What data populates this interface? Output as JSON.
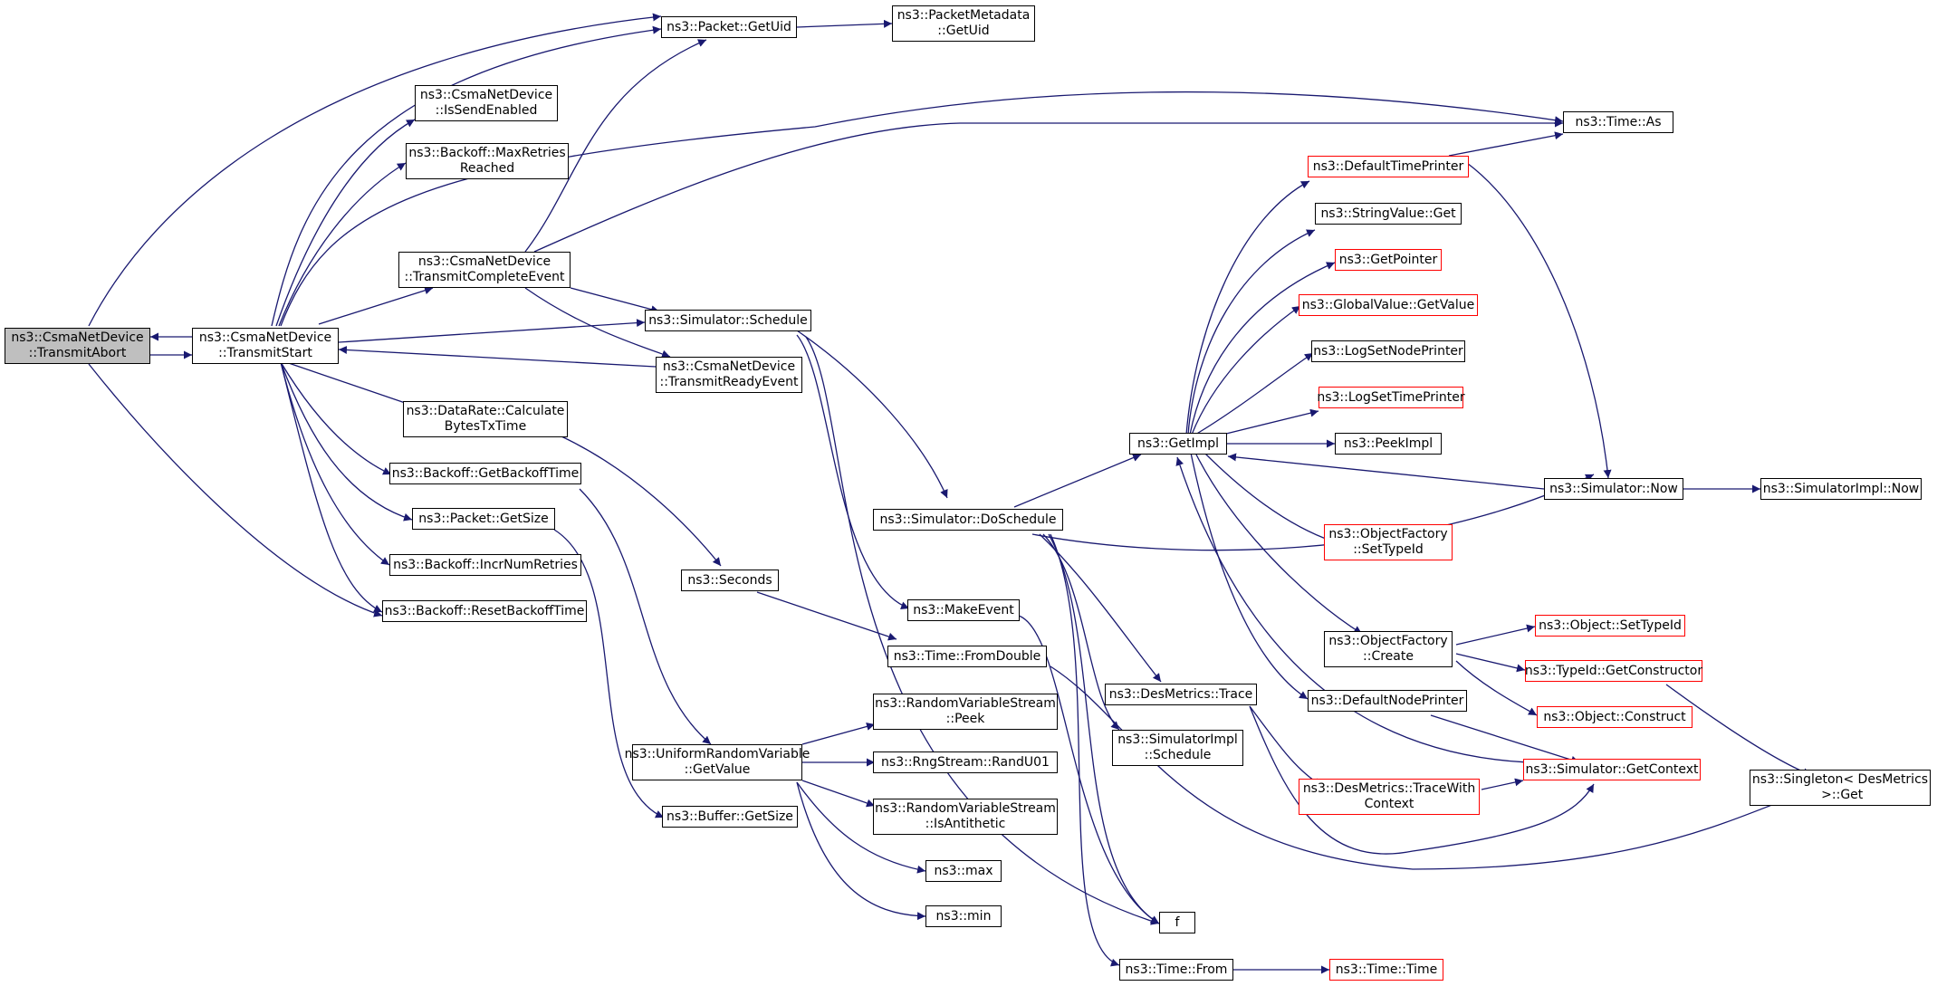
{
  "style": {
    "edge_color": "#191970",
    "focus_fill": "#bfbfbf",
    "truncated_border": "#ff0000",
    "node_border": "#000000"
  },
  "nodes": {
    "transmit_abort": "ns3::CsmaNetDevice\n::TransmitAbort",
    "transmit_start": "ns3::CsmaNetDevice\n::TransmitStart",
    "packet_getuid": "ns3::Packet::GetUid",
    "packetmetadata_getuid": "ns3::PacketMetadata\n::GetUid",
    "is_send_enabled": "ns3::CsmaNetDevice\n::IsSendEnabled",
    "max_retries_reached": "ns3::Backoff::MaxRetries\nReached",
    "transmit_complete_event": "ns3::CsmaNetDevice\n::TransmitCompleteEvent",
    "simulator_schedule": "ns3::Simulator::Schedule",
    "transmit_ready_event": "ns3::CsmaNetDevice\n::TransmitReadyEvent",
    "datarate_calc": "ns3::DataRate::Calculate\nBytesTxTime",
    "get_backoff_time": "ns3::Backoff::GetBackoffTime",
    "packet_getsize": "ns3::Packet::GetSize",
    "incr_num_retries": "ns3::Backoff::IncrNumRetries",
    "reset_backoff_time": "ns3::Backoff::ResetBackoffTime",
    "time_as": "ns3::Time::As",
    "default_time_printer": "ns3::DefaultTimePrinter",
    "stringvalue_get": "ns3::StringValue::Get",
    "get_pointer": "ns3::GetPointer",
    "globalvalue_getvalue": "ns3::GlobalValue::GetValue",
    "log_set_node_printer": "ns3::LogSetNodePrinter",
    "log_set_time_printer": "ns3::LogSetTimePrinter",
    "get_impl": "ns3::GetImpl",
    "peek_impl": "ns3::PeekImpl",
    "simulator_now": "ns3::Simulator::Now",
    "simulatorimpl_now": "ns3::SimulatorImpl::Now",
    "simulator_doschedule": "ns3::Simulator::DoSchedule",
    "objectfactory_settypeid": "ns3::ObjectFactory\n::SetTypeId",
    "seconds": "ns3::Seconds",
    "make_event": "ns3::MakeEvent",
    "time_fromdouble": "ns3::Time::FromDouble",
    "objectfactory_create": "ns3::ObjectFactory\n::Create",
    "object_settypeid": "ns3::Object::SetTypeId",
    "typeid_getconstructor": "ns3::TypeId::GetConstructor",
    "object_construct": "ns3::Object::Construct",
    "desmetrics_trace": "ns3::DesMetrics::Trace",
    "default_node_printer": "ns3::DefaultNodePrinter",
    "rvs_peek": "ns3::RandomVariableStream\n::Peek",
    "urv_getvalue": "ns3::UniformRandomVariable\n::GetValue",
    "rngstream_randu01": "ns3::RngStream::RandU01",
    "simulatorimpl_schedule": "ns3::SimulatorImpl\n::Schedule",
    "simulator_getcontext": "ns3::Simulator::GetContext",
    "desmetrics_tracewithcontext": "ns3::DesMetrics::TraceWith\nContext",
    "singleton_get": "ns3::Singleton< DesMetrics\n >::Get",
    "buffer_getsize": "ns3::Buffer::GetSize",
    "rvs_isantithetic": "ns3::RandomVariableStream\n::IsAntithetic",
    "max": "ns3::max",
    "min": "ns3::min",
    "f": "f",
    "time_from": "ns3::Time::From",
    "time_time": "ns3::Time::Time"
  }
}
